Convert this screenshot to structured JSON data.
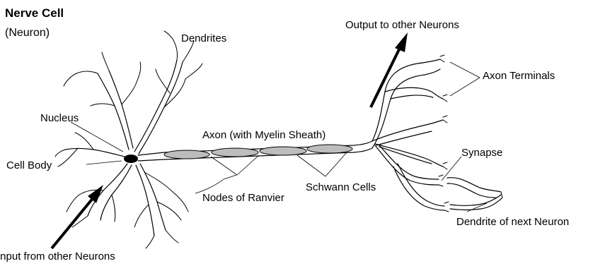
{
  "title": "Nerve Cell",
  "subtitle": "(Neuron)",
  "labels": {
    "dendrites": "Dendrites",
    "nucleus": "Nucleus",
    "cell_body": "Cell Body",
    "axon": "Axon (with Myelin Sheath)",
    "nodes_of_ranvier": "Nodes of Ranvier",
    "schwann_cells": "Schwann Cells",
    "output": "Output to other Neurons",
    "axon_terminals": "Axon Terminals",
    "synapse": "Synapse",
    "dendrite_next": "Dendrite of next Neuron",
    "input": "Input from other Neurons"
  }
}
